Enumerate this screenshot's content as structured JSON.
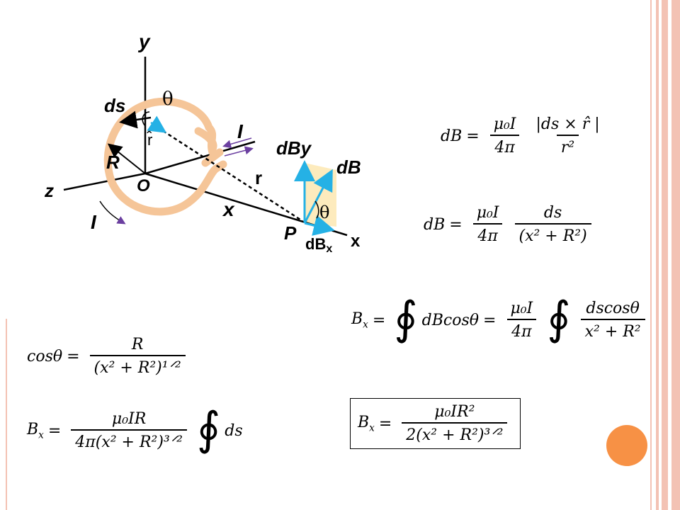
{
  "decor": {
    "accent": "#f79145",
    "stripe": "#f3c2b4"
  },
  "diagram": {
    "labels": {
      "y_axis": "y",
      "theta_top": "θ",
      "ds": "ds",
      "r_hat": "r̂",
      "R": "R",
      "z_axis": "z",
      "origin": "O",
      "I_loop": "I",
      "I_lead": "I",
      "r": "r",
      "x_distance": "x",
      "P": "P",
      "dBy_main": "dB",
      "dBy_sub": "y",
      "dB": "dB",
      "theta_P": "θ",
      "dBx_main": "dB",
      "dBx_sub": "x",
      "x_axis": "x"
    }
  },
  "equations": {
    "eq1": {
      "lhs": "dB",
      "eq": "=",
      "frac1_num": "μ₀I",
      "frac1_den": "4π",
      "frac2_num": "|ds × r̂ |",
      "frac2_den": "r²"
    },
    "eq2": {
      "lhs": "dB",
      "eq": "=",
      "frac1_num": "μ₀I",
      "frac1_den": "4π",
      "frac2_num": "ds",
      "frac2_den": "(x² + R²)"
    },
    "eq3": {
      "lhs_main": "B",
      "lhs_sub": "x",
      "eq": "=",
      "integrand": "dBcosθ",
      "eq2": "=",
      "frac1_num": "μ₀I",
      "frac1_den": "4π",
      "frac2_num": "dscosθ",
      "frac2_den": "x² + R²"
    },
    "eq4": {
      "lhs": "cosθ",
      "eq": "=",
      "num": "R",
      "den": "(x² + R²)¹ᐟ²"
    },
    "eq5": {
      "lhs_main": "B",
      "lhs_sub": "x",
      "eq": "=",
      "num": "μ₀IR",
      "den": "4π(x² + R²)³ᐟ²",
      "integrand": "ds"
    },
    "eq6": {
      "lhs_main": "B",
      "lhs_sub": "x",
      "eq": "=",
      "num": "μ₀IR²",
      "den": "2(x² + R²)³ᐟ²"
    }
  }
}
